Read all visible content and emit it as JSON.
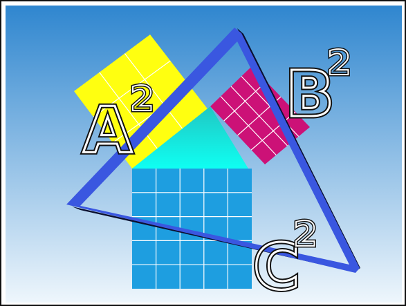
{
  "diagram": {
    "labels": {
      "a": {
        "letter": "A",
        "exponent": "2"
      },
      "b": {
        "letter": "B",
        "exponent": "2"
      },
      "c": {
        "letter": "C",
        "exponent": "2"
      }
    },
    "squares": {
      "a": {
        "divisions": 3,
        "color": "#ffff10"
      },
      "b": {
        "divisions": 4,
        "color": "#cc1177"
      },
      "c": {
        "divisions": 5,
        "color": "#1e9ee0"
      }
    },
    "colors": {
      "background_top": "#2f86cf",
      "background_bottom": "#eef6fc",
      "triangle_face": "#3a57e0",
      "triangle_shade": "#0b1030",
      "wedge_top": "#20c7c3",
      "wedge_bottom": "#0ffff2",
      "grid_lines": "#ffffff",
      "letter_stroke": "#111111"
    }
  }
}
